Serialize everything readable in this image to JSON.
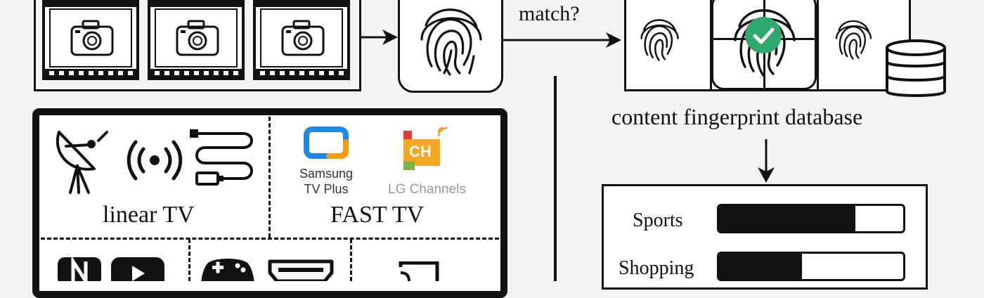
{
  "labels": {
    "match": "match?",
    "database": "content fingerprint database",
    "linear_tv": "linear TV",
    "fast_tv": "FAST TV",
    "samsung_line1": "Samsung",
    "samsung_line2": "TV Plus",
    "lg_channels": "LG Channels",
    "ch_badge": "CH"
  },
  "categories": [
    {
      "name": "Sports",
      "level": 0.74
    },
    {
      "name": "Shopping",
      "level": 0.45
    }
  ],
  "colors": {
    "ink": "#111111",
    "background": "#f3f3f3",
    "check_green": "#2ea86b",
    "samsung_blue": "#1e88e5",
    "samsung_orange": "#f39c12",
    "lg_orange": "#f5a623",
    "lg_green": "#7cb342",
    "lg_red": "#e53935",
    "lg_gray": "#9a9a9a"
  },
  "icons": [
    "camera-icon",
    "fingerprint-icon",
    "checkmark-icon",
    "database-icon",
    "satellite-dish-icon",
    "broadcast-icon",
    "cable-icon",
    "netflix-icon",
    "youtube-icon",
    "gamepad-icon",
    "hdmi-icon",
    "cast-icon"
  ]
}
